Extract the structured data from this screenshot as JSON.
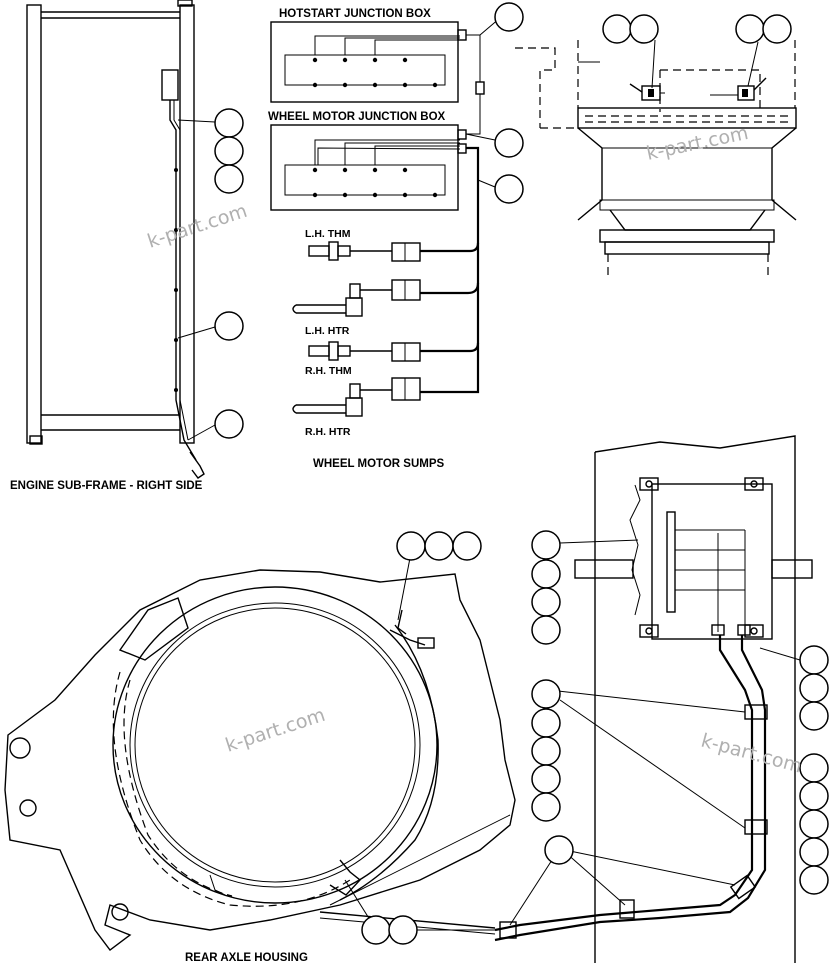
{
  "labels": {
    "hotstart_junction_box": "HOTSTART JUNCTION BOX",
    "wheel_motor_junction_box": "WHEEL MOTOR JUNCTION BOX",
    "lh_thm": "L.H. THM",
    "lh_htr": "L.H. HTR",
    "rh_thm": "R.H. THM",
    "rh_htr": "R.H. HTR",
    "engine_sub_frame": "ENGINE SUB-FRAME - RIGHT SIDE",
    "wheel_motor_sumps": "WHEEL MOTOR SUMPS",
    "rear_axle_housing": "REAR AXLE HOUSING"
  },
  "watermark": "k-part.com"
}
